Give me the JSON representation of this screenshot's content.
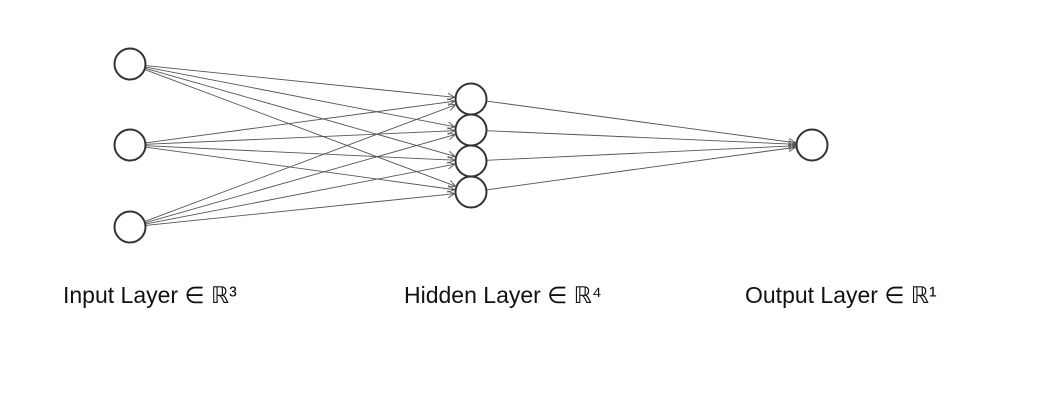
{
  "diagram": {
    "title": "Feedforward neural network",
    "layers": [
      {
        "label": "Input Layer ∈ ℝ³",
        "nodes": 3
      },
      {
        "label": "Hidden Layer ∈ ℝ⁴",
        "nodes": 4
      },
      {
        "label": "Output Layer ∈ ℝ¹",
        "nodes": 1
      }
    ],
    "connectivity": "fully-connected",
    "colors": {
      "node_stroke": "#333333",
      "edge": "#555555",
      "node_fill": "#ffffff"
    }
  }
}
